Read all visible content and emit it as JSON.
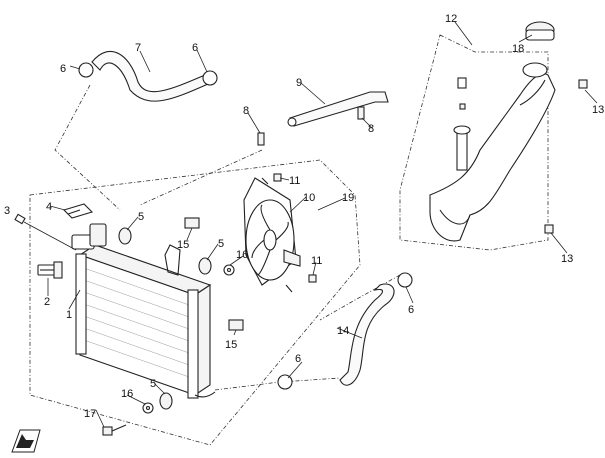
{
  "callouts": [
    {
      "id": "c1",
      "text": "1"
    },
    {
      "id": "c2",
      "text": "2"
    },
    {
      "id": "c3",
      "text": "3"
    },
    {
      "id": "c4",
      "text": "4"
    },
    {
      "id": "c5a",
      "text": "5"
    },
    {
      "id": "c5b",
      "text": "5"
    },
    {
      "id": "c5c",
      "text": "5"
    },
    {
      "id": "c6a",
      "text": "6"
    },
    {
      "id": "c6b",
      "text": "6"
    },
    {
      "id": "c6c",
      "text": "6"
    },
    {
      "id": "c6d",
      "text": "6"
    },
    {
      "id": "c7",
      "text": "7"
    },
    {
      "id": "c8a",
      "text": "8"
    },
    {
      "id": "c8b",
      "text": "8"
    },
    {
      "id": "c9",
      "text": "9"
    },
    {
      "id": "c10",
      "text": "10"
    },
    {
      "id": "c11a",
      "text": "11"
    },
    {
      "id": "c11b",
      "text": "11"
    },
    {
      "id": "c12",
      "text": "12"
    },
    {
      "id": "c13a",
      "text": "13"
    },
    {
      "id": "c13b",
      "text": "13"
    },
    {
      "id": "c14",
      "text": "14"
    },
    {
      "id": "c15a",
      "text": "15"
    },
    {
      "id": "c15b",
      "text": "15"
    },
    {
      "id": "c16a",
      "text": "16"
    },
    {
      "id": "c16b",
      "text": "16"
    },
    {
      "id": "c17",
      "text": "17"
    },
    {
      "id": "c18",
      "text": "18"
    },
    {
      "id": "c19",
      "text": "19"
    }
  ],
  "icons": {
    "front_arrow": "front-direction-arrow-icon"
  }
}
